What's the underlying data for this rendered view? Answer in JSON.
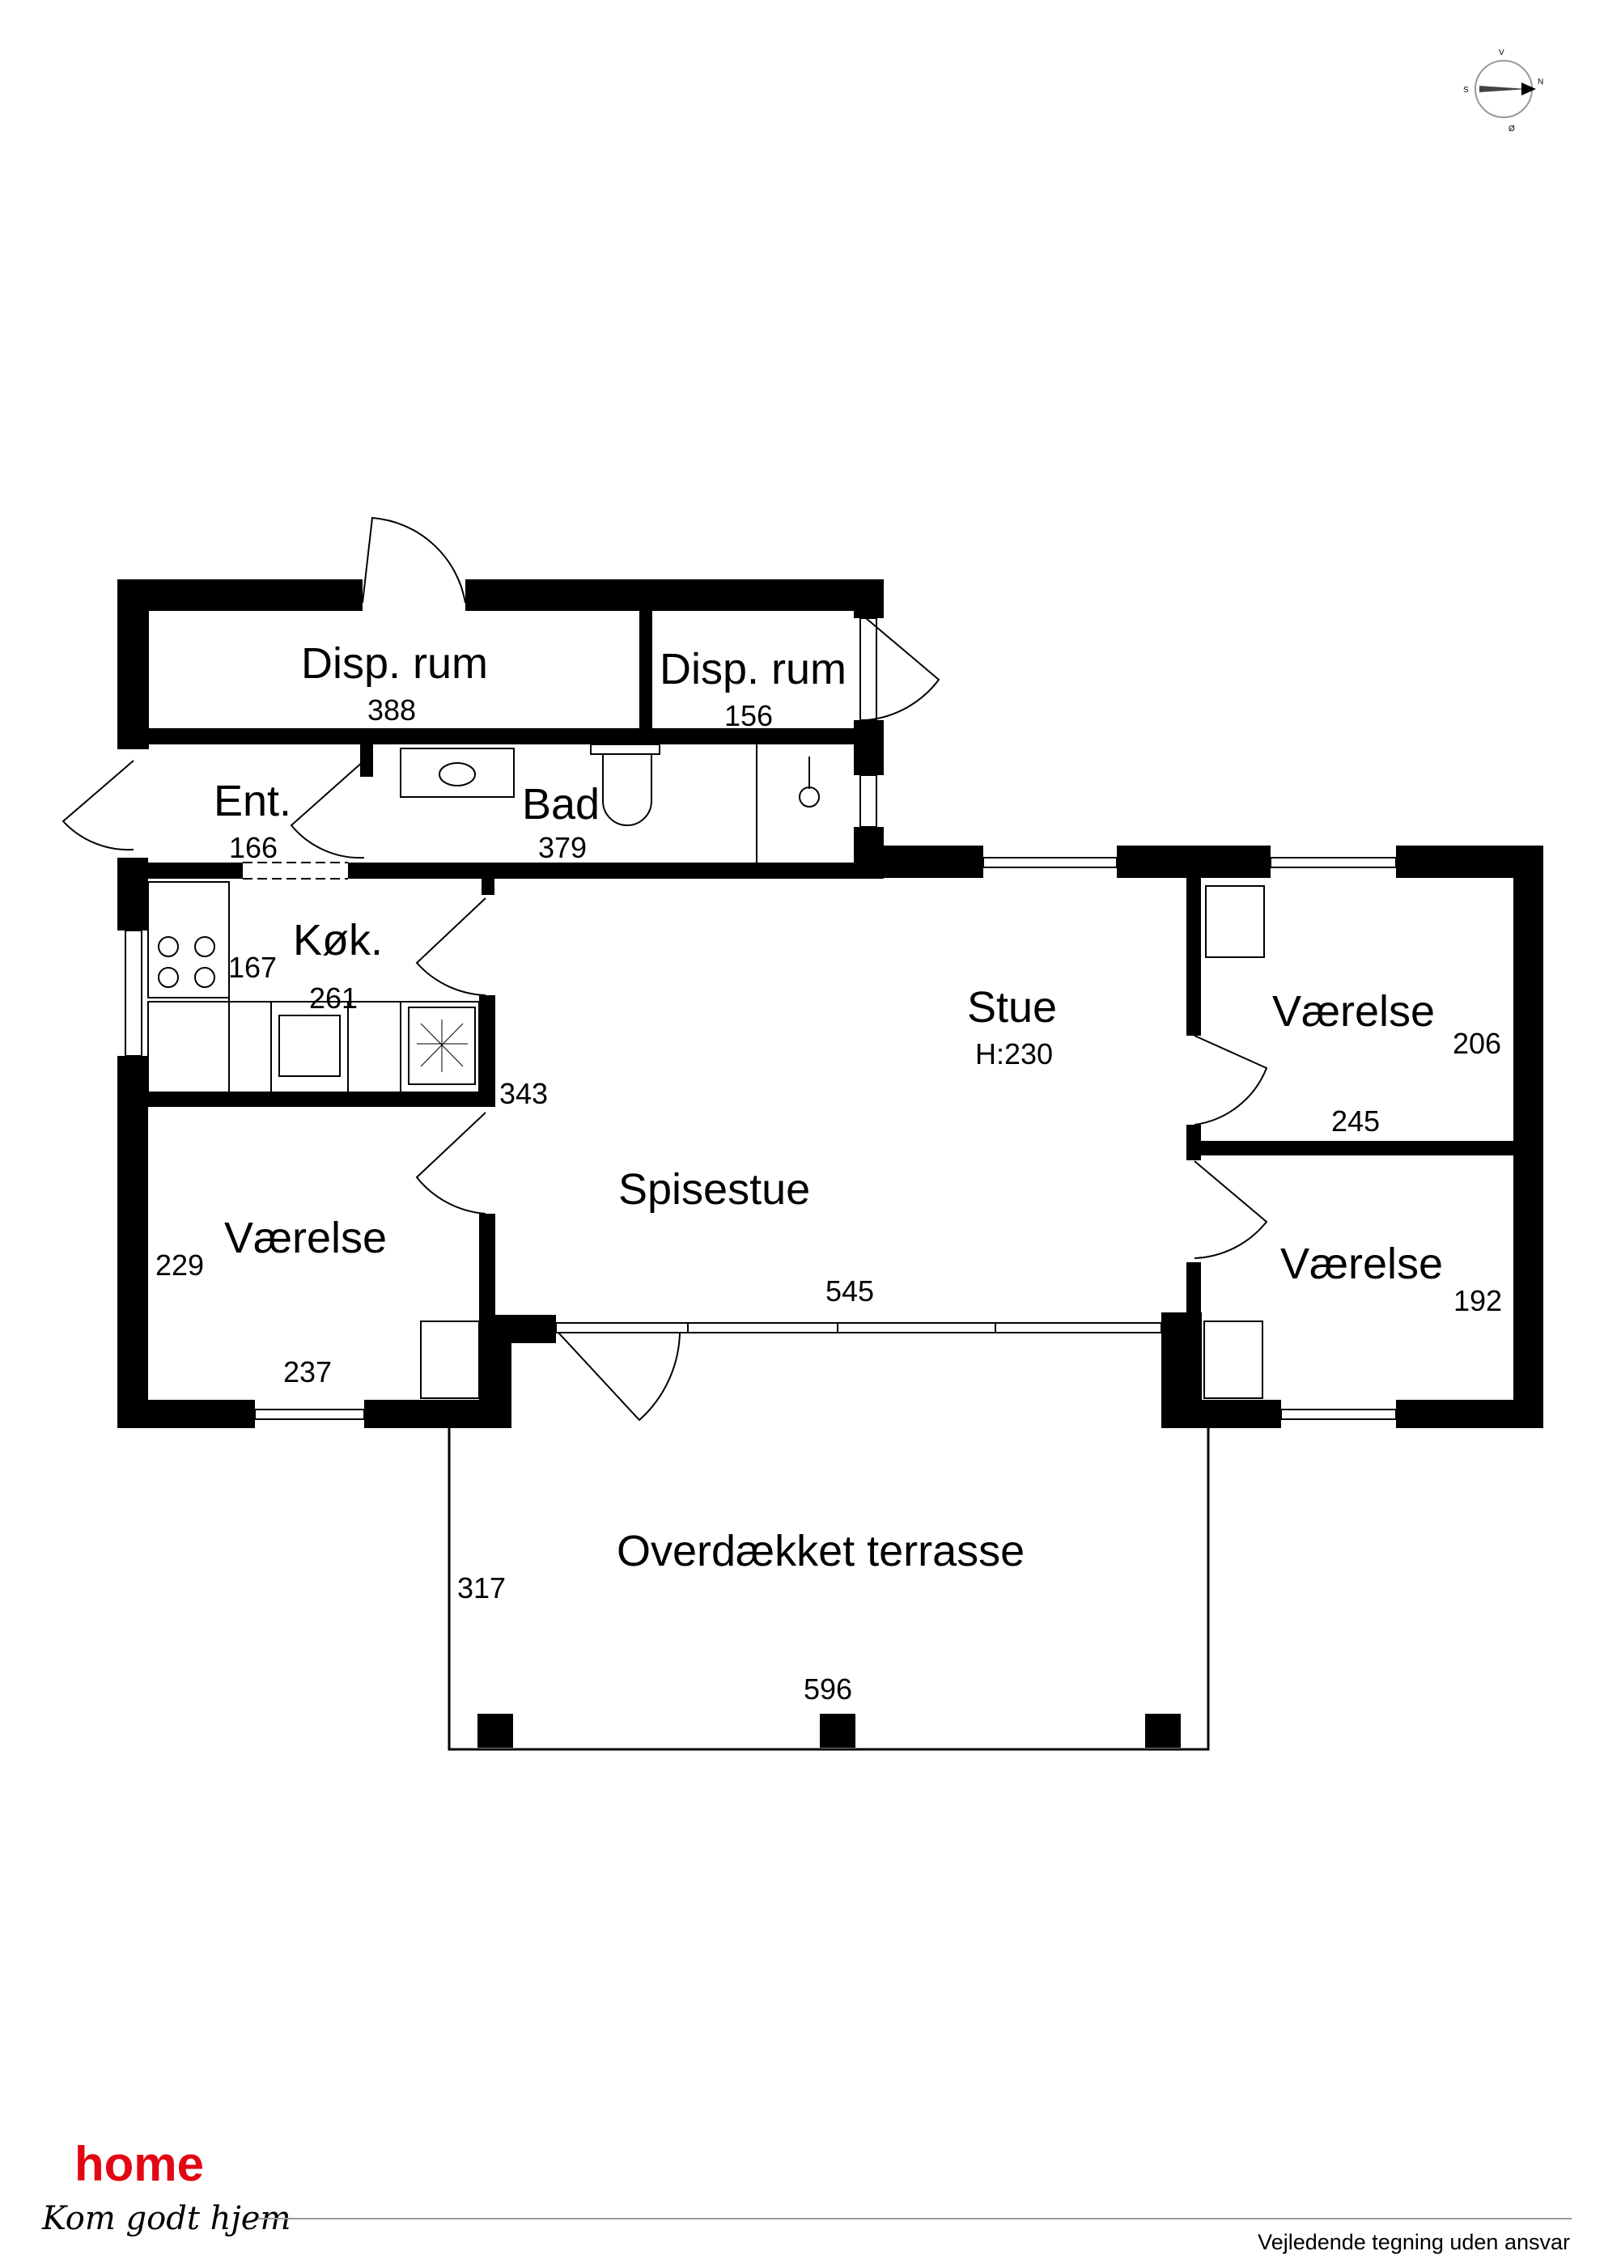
{
  "compass": {
    "letters": [
      "V",
      "N",
      "S",
      "Ø"
    ]
  },
  "rooms": {
    "disp1": {
      "name": "Disp. rum",
      "dim": "388"
    },
    "disp2": {
      "name": "Disp. rum",
      "dim": "156"
    },
    "entre": {
      "name": "Ent.",
      "dim": "166"
    },
    "bad": {
      "name": "Bad",
      "dim": "379"
    },
    "kok": {
      "name": "Køk.",
      "dim_a": "167",
      "dim_b": "261"
    },
    "stue": {
      "name": "Stue",
      "height": "H:230"
    },
    "spisestue": {
      "name": "Spisestue",
      "dim_a": "343",
      "dim_b": "545"
    },
    "vaerelse_sw": {
      "name": "Værelse",
      "dim_a": "229",
      "dim_b": "237"
    },
    "vaerelse_ne": {
      "name": "Værelse",
      "dim_a": "206",
      "dim_b": "245"
    },
    "vaerelse_se": {
      "name": "Værelse",
      "dim_a": "192"
    },
    "terrasse": {
      "name": "Overdækket terrasse",
      "dim_a": "317",
      "dim_b": "596"
    }
  },
  "footer": {
    "brand": "home",
    "tagline": "Kom godt hjem",
    "disclaimer": "Vejledende tegning uden ansvar"
  },
  "colors": {
    "walls": "#000000",
    "brand": "#e30613"
  }
}
